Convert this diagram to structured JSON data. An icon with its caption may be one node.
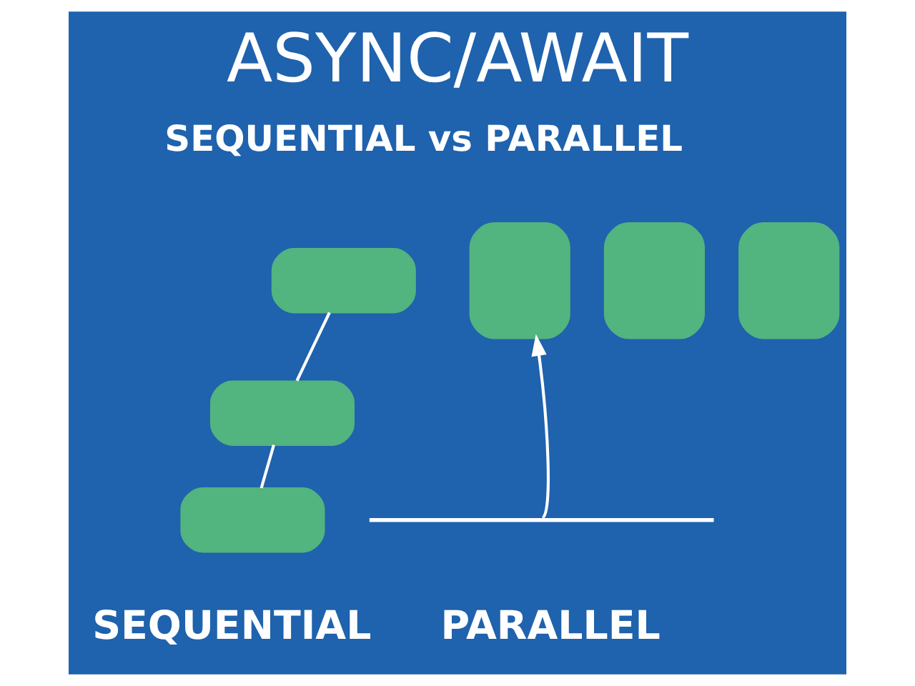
{
  "diagram": {
    "title": "ASYNC/AWAIT",
    "nodes": [
      {
        "text": [],
        "shape": "box"
      },
      {
        "text": [],
        "shape": "box"
      },
      {
        "text": [],
        "shape": "box"
      },
      {
        "text": [],
        "shape": "box"
      },
      {
        "text": [],
        "shape": "box"
      },
      {
        "text": [],
        "shape": "box"
      },
      {
        "text": [],
        "shape": "bar"
      }
    ],
    "edges": [
      {
        "from": 0,
        "to": 1,
        "arrow": "none"
      },
      {
        "from": 1,
        "to": 2,
        "arrow": "none"
      },
      {
        "from": 6,
        "to": 4,
        "arrow": "to"
      }
    ],
    "labels": [
      "SEQUENTIAL vs PARALLEL",
      "SEQUENTIAL",
      "PARALLEL"
    ]
  }
}
